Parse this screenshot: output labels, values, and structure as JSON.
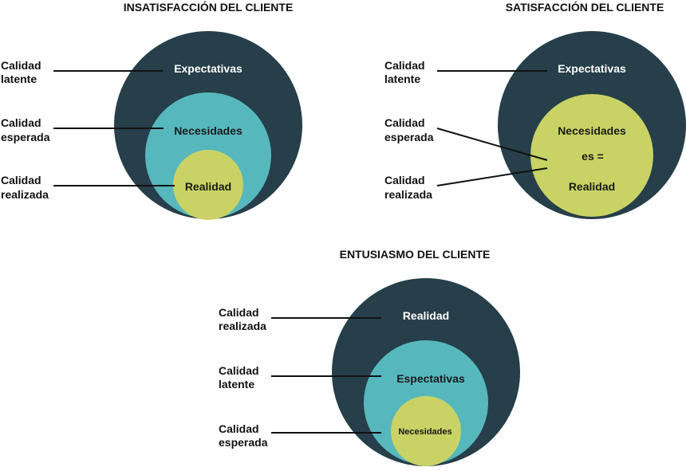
{
  "colors": {
    "outer": "#263f4a",
    "middle": "#56b8bd",
    "inner": "#c9d264",
    "line": "#111111"
  },
  "panels": {
    "insatisfaccion": {
      "title": "INSATISFACCIÓN DEL CLIENTE",
      "labels": {
        "top": [
          "Calidad",
          "latente"
        ],
        "middle": [
          "Calidad",
          "esperada"
        ],
        "bottom": [
          "Calidad",
          "realizada"
        ]
      },
      "circles": {
        "outer": "Expectativas",
        "middle": "Necesidades",
        "inner": "Realidad"
      }
    },
    "satisfaccion": {
      "title": "SATISFACCIÓN DEL CLIENTE",
      "labels": {
        "top": [
          "Calidad",
          "latente"
        ],
        "middle": [
          "Calidad",
          "esperada"
        ],
        "bottom": [
          "Calidad",
          "realizada"
        ]
      },
      "circles": {
        "outer": "Expectativas",
        "inner_line1": "Necesidades",
        "inner_line2": "es =",
        "inner_line3": "Realidad"
      }
    },
    "entusiasmo": {
      "title": "ENTUSIASMO DEL CLIENTE",
      "labels": {
        "top": [
          "Calidad",
          "realizada"
        ],
        "middle": [
          "Calidad",
          "latente"
        ],
        "bottom": [
          "Calidad",
          "esperada"
        ]
      },
      "circles": {
        "outer": "Realidad",
        "middle": "Espectativas",
        "inner": "Necesidades"
      }
    }
  }
}
